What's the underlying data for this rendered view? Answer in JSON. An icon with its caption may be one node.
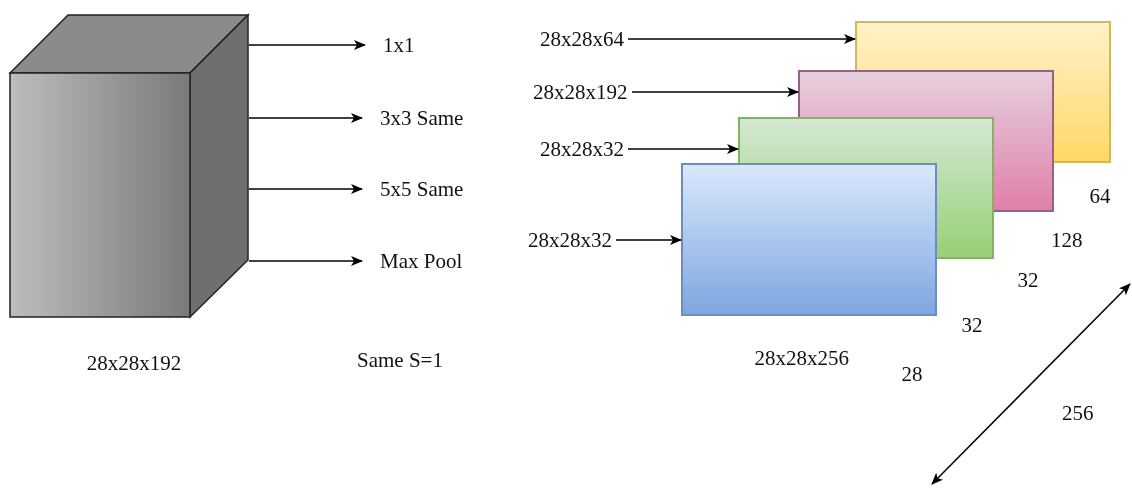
{
  "diagram": {
    "nodes": [
      {
        "text": [],
        "shape": "cube",
        "beside": [
          "28x28x192"
        ]
      },
      {
        "text": [
          "1x1"
        ]
      },
      {
        "text": [
          "3x3 Same"
        ]
      },
      {
        "text": [
          "5x5 Same"
        ]
      },
      {
        "text": [
          "Max Pool"
        ]
      },
      {
        "text": [
          "28x28x64"
        ]
      },
      {
        "text": [],
        "shape": "box"
      },
      {
        "text": [
          "28x28x192"
        ]
      },
      {
        "text": [],
        "shape": "box"
      },
      {
        "text": [
          "28x28x32"
        ]
      },
      {
        "text": [],
        "shape": "box"
      },
      {
        "text": [
          "28x28x32"
        ]
      },
      {
        "text": [],
        "shape": "box"
      }
    ],
    "edges": [
      {
        "from": 0,
        "to": 1,
        "arrow": "to"
      },
      {
        "from": 0,
        "to": 2,
        "arrow": "to"
      },
      {
        "from": 0,
        "to": 3,
        "arrow": "to"
      },
      {
        "from": 0,
        "to": 4,
        "arrow": "to"
      },
      {
        "from": 5,
        "to": 6,
        "arrow": "to"
      },
      {
        "from": 7,
        "to": 8,
        "arrow": "to"
      },
      {
        "from": 9,
        "to": 10,
        "arrow": "to"
      },
      {
        "from": 11,
        "to": 12,
        "arrow": "to"
      }
    ],
    "labels": [
      "Same S=1",
      "64",
      "128",
      "32",
      "32",
      "28x28x256",
      "28",
      "256"
    ]
  }
}
